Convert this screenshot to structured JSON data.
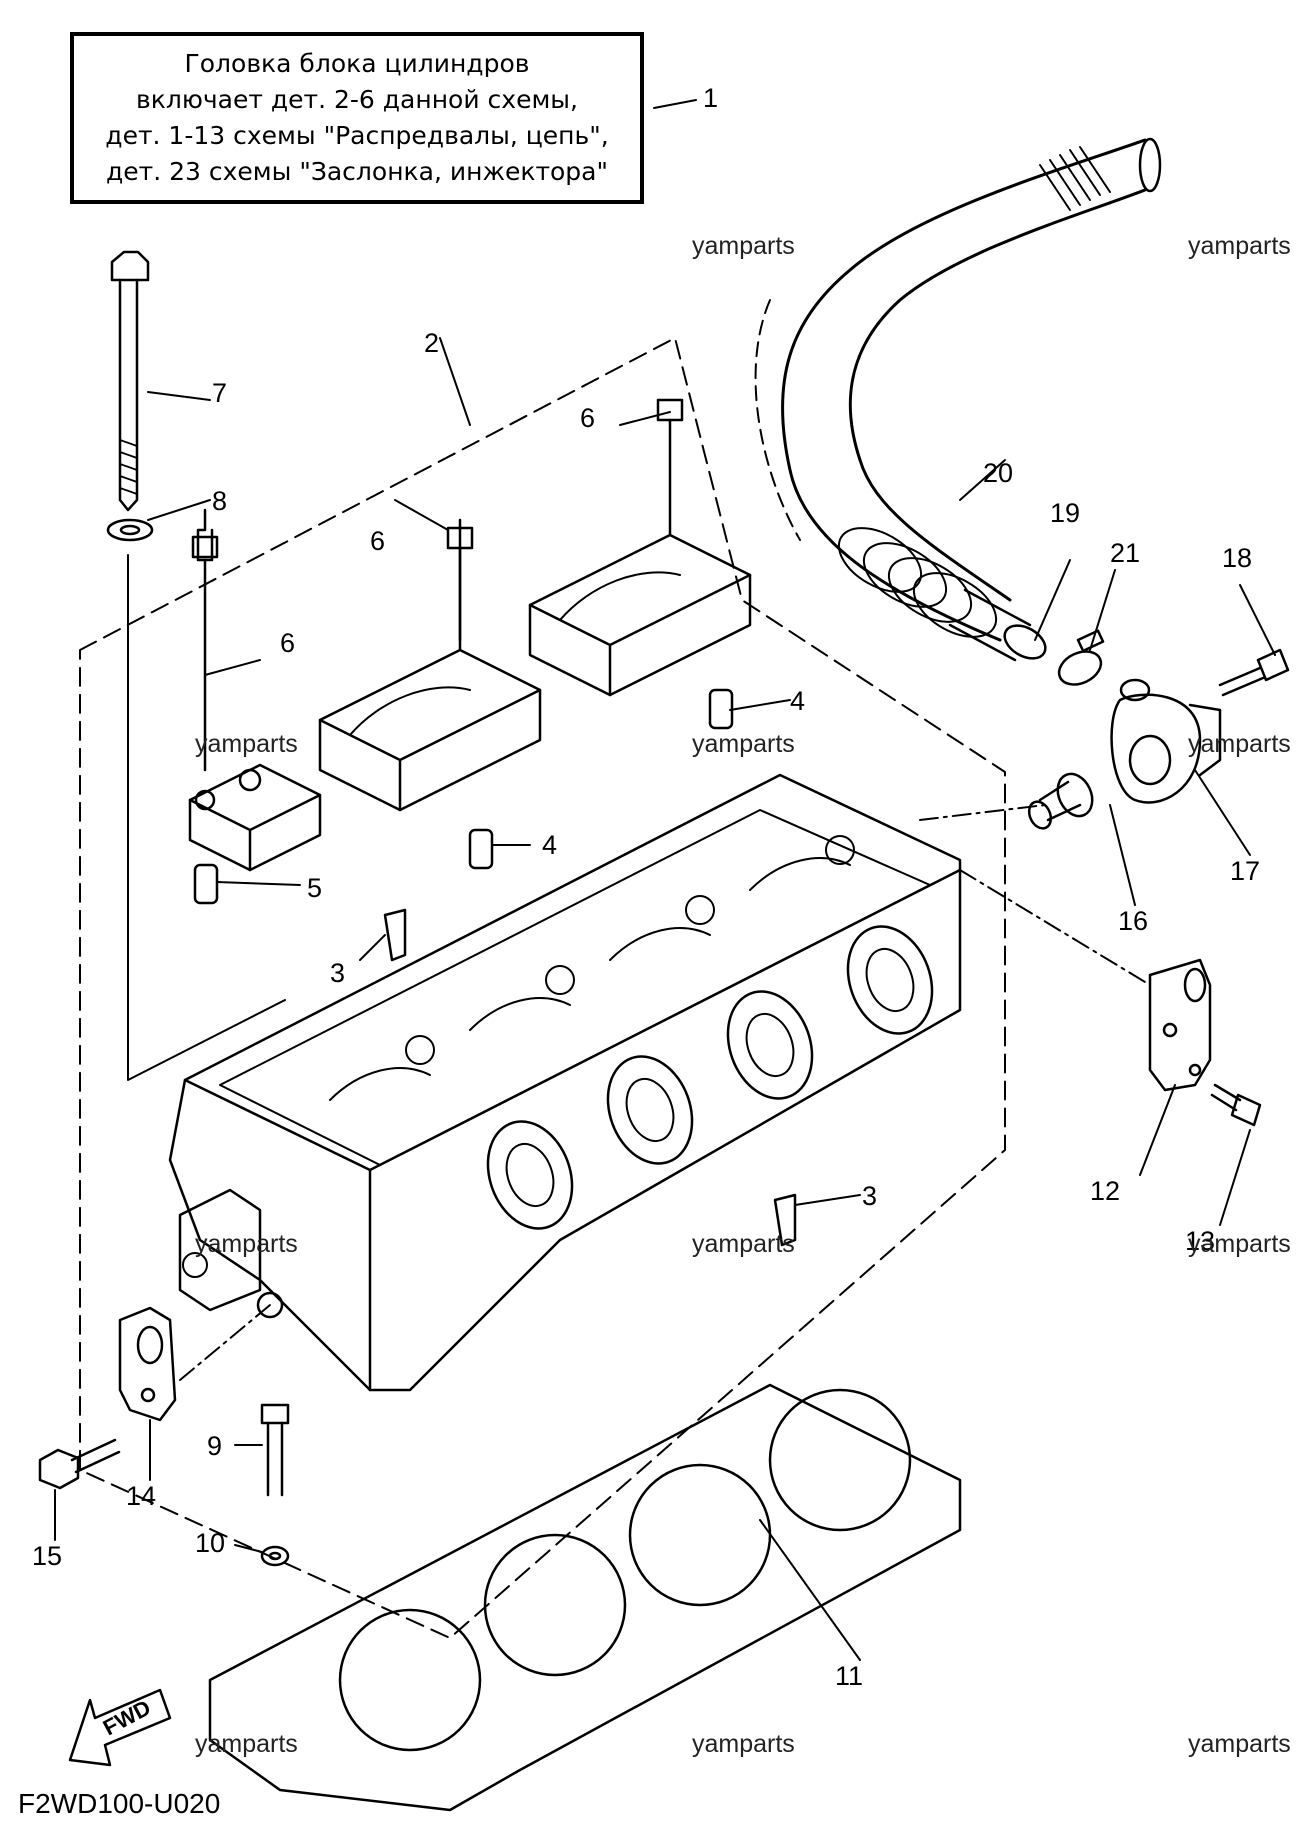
{
  "note": {
    "lines": [
      "Головка блока цилиндров",
      "включает дет. 2-6 данной схемы,",
      "дет. 1-13 схемы \"Распредвалы, цепь\",",
      "дет. 23 схемы \"Заслонка, инжектора\""
    ]
  },
  "callouts": [
    "1",
    "2",
    "3",
    "3",
    "4",
    "4",
    "5",
    "6",
    "6",
    "6",
    "7",
    "8",
    "9",
    "10",
    "11",
    "12",
    "13",
    "14",
    "15",
    "16",
    "17",
    "18",
    "19",
    "20",
    "21"
  ],
  "watermark": "yamparts",
  "diagram_code": "F2WD100-U020",
  "fwd_label": "FWD"
}
